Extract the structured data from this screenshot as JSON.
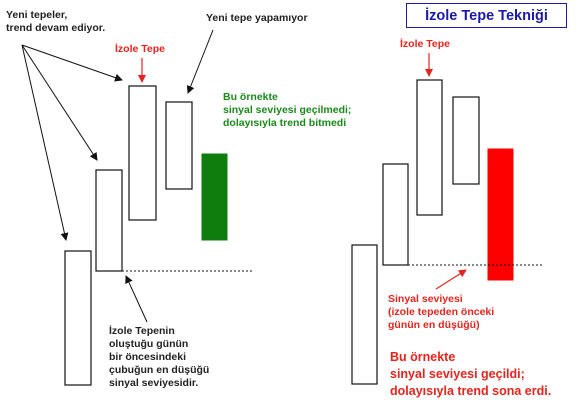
{
  "title": "İzole Tepe Tekniği",
  "left_panel": {
    "higher_highs_note": [
      "Yeni tepeler,",
      "trend devam ediyor."
    ],
    "no_new_high_note": "Yeni tepe yapamıyor",
    "isolated_peak_label": "İzole Tepe",
    "signal_level_note": [
      "İzole Tepenin",
      "oluştuğu günün",
      "bir öncesindeki",
      "çubuğun en düşüğü",
      "sinyal seviyesidir."
    ],
    "outcome_note": [
      "Bu örnekte",
      "sinyal seviyesi geçilmedi;",
      "dolayısıyla trend bitmedi"
    ]
  },
  "right_panel": {
    "isolated_peak_label": "İzole Tepe",
    "signal_level_note": [
      "Sinyal seviyesi",
      "(izole tepeden önceki",
      "günün en düşüğü)"
    ],
    "outcome_note": [
      "Bu örnekte",
      "sinyal seviyesi geçildi;",
      "dolayısıyla trend sona erdi."
    ]
  },
  "colors": {
    "title_blue": "#1a1aa6",
    "label_red": "#e8231d",
    "note_green": "#1a8a1a",
    "bar_green": "#0e7d0e",
    "bar_red": "#ff0000",
    "outline": "#111111"
  }
}
